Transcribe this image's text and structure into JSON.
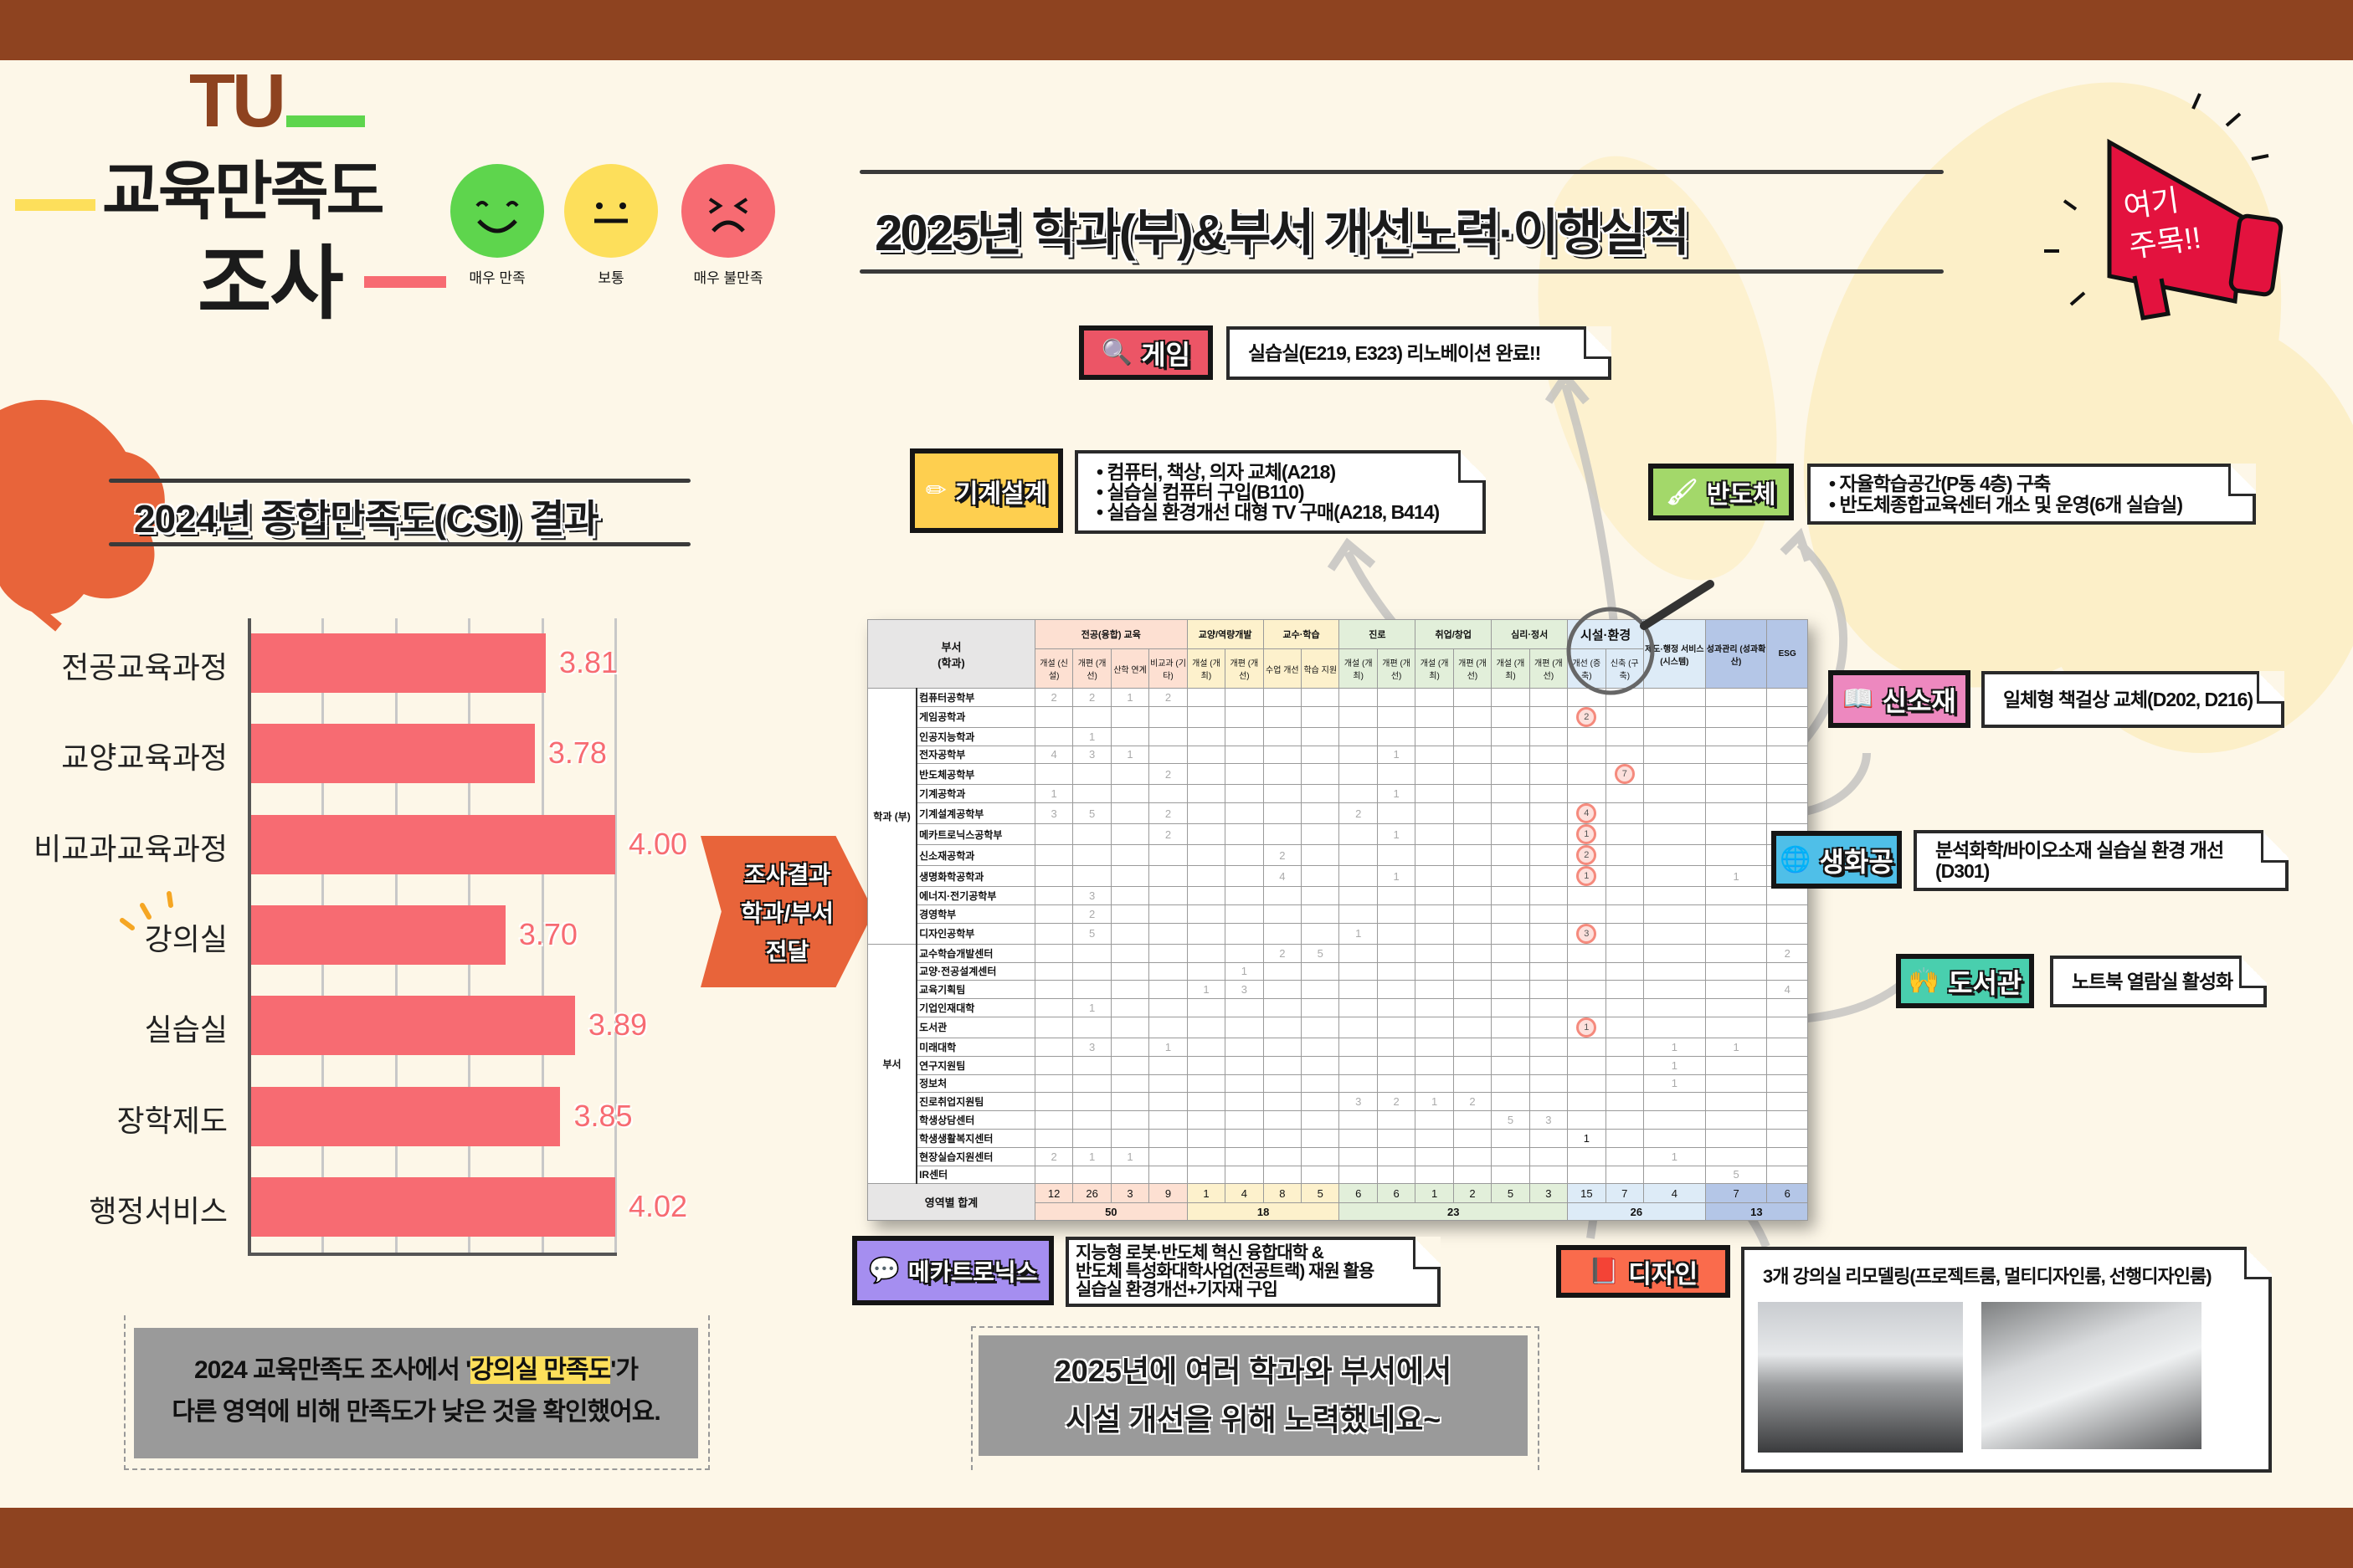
{
  "logo": {
    "tu": "TU",
    "line1": "교육만족도",
    "line2": "조사"
  },
  "faces": [
    {
      "label": "매우 만족",
      "color": "#5ed54d",
      "icon": "smile-face-icon"
    },
    {
      "label": "보통",
      "color": "#fddf5b",
      "icon": "neutral-face-icon"
    },
    {
      "label": "매우 불만족",
      "color": "#f76b72",
      "icon": "angry-face-icon"
    }
  ],
  "csi_heading": "2024년 종합만족도(CSI) 결과",
  "chart_data": {
    "type": "bar",
    "orientation": "horizontal",
    "categories": [
      "전공교육과정",
      "교양교육과정",
      "비교과교육과정",
      "강의실",
      "실습실",
      "장학제도",
      "행정서비스"
    ],
    "values": [
      3.81,
      3.78,
      4.0,
      3.7,
      3.89,
      3.85,
      4.02
    ],
    "value_labels": [
      "3.81",
      "3.78",
      "4.00",
      "3.70",
      "3.89",
      "3.85",
      "4.02"
    ],
    "xlim": [
      3.0,
      4.0
    ],
    "grid": true,
    "bar_color": "#f76b72",
    "highlight_category": "강의실"
  },
  "left_note": {
    "line1_pre": "2024 교육만족도 조사에서 '",
    "line1_hl": "강의실 만족도",
    "line1_post": "'가",
    "line2": "다른 영역에 비해 만족도가 낮은 것을 확인했어요."
  },
  "arrow_label": [
    "조사결과",
    "학과/부서",
    "전달"
  ],
  "main_title": "2025년 학과(부)&부서 개선노력·이행실적",
  "megaphone": {
    "line1": "여기",
    "line2": "주목!!",
    "color": "#e3123e"
  },
  "table": {
    "corner": [
      "부서",
      "(학과)"
    ],
    "groups": [
      {
        "label": "전공(융합) 교육",
        "span": 4,
        "color": "#fde0d2"
      },
      {
        "label": "교양/역량개발",
        "span": 2,
        "color": "#fdf1cc"
      },
      {
        "label": "교수·학습",
        "span": 2,
        "color": "#fdf1cc"
      },
      {
        "label": "진로",
        "span": 2,
        "color": "#e2efda"
      },
      {
        "label": "취업/창업",
        "span": 2,
        "color": "#e2efda"
      },
      {
        "label": "심리·정서",
        "span": 2,
        "color": "#e2efda"
      },
      {
        "label": "시설·환경",
        "span": 2,
        "color": "#ddebf7"
      }
    ],
    "tall_headers": [
      {
        "label": "제도·행정 서비스 (시스템)",
        "color": "#ddebf7"
      },
      {
        "label": "성과관리 (성과확산)",
        "color": "#b4c6e7"
      },
      {
        "label": "ESG",
        "color": "#b4c6e7"
      }
    ],
    "subheaders": [
      "개설 (신설)",
      "개편 (개선)",
      "산학 연계",
      "비교과 (기타)",
      "개설 (개최)",
      "개편 (개선)",
      "수업 개선",
      "학습 지원",
      "개설 (개최)",
      "개편 (개선)",
      "개설 (개최)",
      "개편 (개선)",
      "개설 (개최)",
      "개편 (개선)",
      "개선 (증축)",
      "신축 (구축)"
    ],
    "sections": [
      {
        "label": "학과 (부)",
        "rows": [
          {
            "name": "컴퓨터공학부",
            "cells": {
              "0": "2",
              "1": "2",
              "2": "1",
              "3": "2"
            }
          },
          {
            "name": "게임공학과",
            "cells": {
              "14": "2"
            },
            "circled": [
              14
            ]
          },
          {
            "name": "인공지능학과",
            "cells": {
              "1": "1"
            }
          },
          {
            "name": "전자공학부",
            "cells": {
              "0": "4",
              "1": "3",
              "2": "1",
              "9": "1"
            }
          },
          {
            "name": "반도체공학부",
            "cells": {
              "3": "2",
              "15": "7"
            },
            "circled": [
              15
            ]
          },
          {
            "name": "기계공학과",
            "cells": {
              "0": "1",
              "9": "1"
            }
          },
          {
            "name": "기계설계공학부",
            "cells": {
              "0": "3",
              "1": "5",
              "3": "2",
              "8": "2",
              "14": "4"
            },
            "circled": [
              14
            ]
          },
          {
            "name": "메카트로닉스공학부",
            "cells": {
              "3": "2",
              "9": "1",
              "14": "1"
            },
            "circled": [
              14
            ]
          },
          {
            "name": "신소재공학과",
            "cells": {
              "6": "2",
              "14": "2"
            },
            "circled": [
              14
            ]
          },
          {
            "name": "생명화학공학과",
            "cells": {
              "6": "4",
              "9": "1",
              "14": "1",
              "17": "1"
            },
            "circled": [
              14
            ]
          },
          {
            "name": "에너지·전기공학부",
            "cells": {
              "1": "3"
            }
          },
          {
            "name": "경영학부",
            "cells": {
              "1": "2"
            }
          },
          {
            "name": "디자인공학부",
            "cells": {
              "1": "5",
              "8": "1",
              "14": "3"
            },
            "circled": [
              14
            ]
          }
        ]
      },
      {
        "label": "부서",
        "rows": [
          {
            "name": "교수학습개발센터",
            "cells": {
              "6": "2",
              "7": "5",
              "18": "2"
            }
          },
          {
            "name": "교양·전공설계센터",
            "cells": {
              "5": "1"
            }
          },
          {
            "name": "교육기획팀",
            "cells": {
              "4": "1",
              "5": "3",
              "18": "4"
            }
          },
          {
            "name": "기업인재대학",
            "cells": {
              "1": "1"
            }
          },
          {
            "name": "도서관",
            "cells": {
              "14": "1"
            },
            "circled": [
              14
            ]
          },
          {
            "name": "미래대학",
            "cells": {
              "1": "3",
              "3": "1",
              "16": "1",
              "17": "1"
            }
          },
          {
            "name": "연구지원팀",
            "cells": {
              "16": "1"
            }
          },
          {
            "name": "정보처",
            "cells": {
              "16": "1"
            }
          },
          {
            "name": "진로취업지원팀",
            "cells": {
              "8": "3",
              "9": "2",
              "10": "1",
              "11": "2"
            }
          },
          {
            "name": "학생상담센터",
            "cells": {
              "12": "5",
              "13": "3"
            }
          },
          {
            "name": "학생생활복지센터",
            "cells": {
              "14": "1"
            }
          },
          {
            "name": "현장실습지원센터",
            "cells": {
              "0": "2",
              "1": "1",
              "2": "1",
              "16": "1"
            }
          },
          {
            "name": "IR센터",
            "cells": {
              "17": "5"
            }
          }
        ]
      }
    ],
    "total_label": "영역별 합계",
    "totals": [
      "12",
      "26",
      "3",
      "9",
      "1",
      "4",
      "8",
      "5",
      "6",
      "6",
      "1",
      "2",
      "5",
      "3",
      "15",
      "7",
      "4",
      "7",
      "6"
    ],
    "group_totals": [
      {
        "value": "50",
        "span": 4,
        "color": "#fde0d2"
      },
      {
        "value": "18",
        "span": 4,
        "color": "#fdf1cc"
      },
      {
        "value": "23",
        "span": 6,
        "color": "#e2efda"
      },
      {
        "value": "26",
        "span": 3,
        "color": "#ddebf7"
      },
      {
        "value": "13",
        "span": 2,
        "color": "#b4c6e7"
      }
    ]
  },
  "callouts": {
    "game": {
      "label": "게임",
      "icon": "magnifier-document-icon",
      "color": "#ec5566",
      "lines": [
        "실습실(E219, E323) 리노베이션 완료!!"
      ]
    },
    "mech": {
      "label": "기계설계",
      "icon": "pencil-icon",
      "color": "#fecf4f",
      "lines": [
        "• 컴퓨터, 책상, 의자 교체(A218)",
        "• 실습실 컴퓨터 구입(B110)",
        "• 실습실 환경개선 대형 TV 구매(A218, B414)"
      ]
    },
    "semi": {
      "label": "반도체",
      "icon": "brush-icon",
      "color": "#a3d86a",
      "lines": [
        "• 자율학습공간(P동 4층) 구축",
        "• 반도체종합교육센터 개소 및 운영(6개 실습실)"
      ]
    },
    "material": {
      "label": "신소재",
      "icon": "book-icon",
      "color": "#ed88bf",
      "lines": [
        "일체형 책걸상 교체(D202, D216)"
      ]
    },
    "chem": {
      "label": "생화공",
      "icon": "globe-icon",
      "color": "#4fbfe8",
      "lines": [
        "분석화학/바이오소재 실습실 환경 개선(D301)"
      ]
    },
    "library": {
      "label": "도서관",
      "icon": "raised-hands-icon",
      "color": "#49cfae",
      "lines": [
        "노트북 열람실 활성화"
      ]
    },
    "mecha": {
      "label": "메카트로닉스",
      "icon": "speech-bubble-icon",
      "color": "#a58ef0",
      "lines": [
        "지능형 로봇·반도체 혁신 융합대학 &",
        "반도체 특성화대학사업(전공트랙) 재원 활용",
        "실습실 환경개선+기자재 구입"
      ]
    },
    "design": {
      "label": "디자인",
      "icon": "notebook-icon",
      "color": "#fa6b4c",
      "lines": [
        "3개 강의실 리모델링(프로젝트룸, 멀티디자인룸, 선행디자인룸)"
      ]
    }
  },
  "center_note": {
    "line1": "2025년에 여러 학과와 부서에서",
    "line2": "시설 개선을 위해 노력했네요~"
  }
}
